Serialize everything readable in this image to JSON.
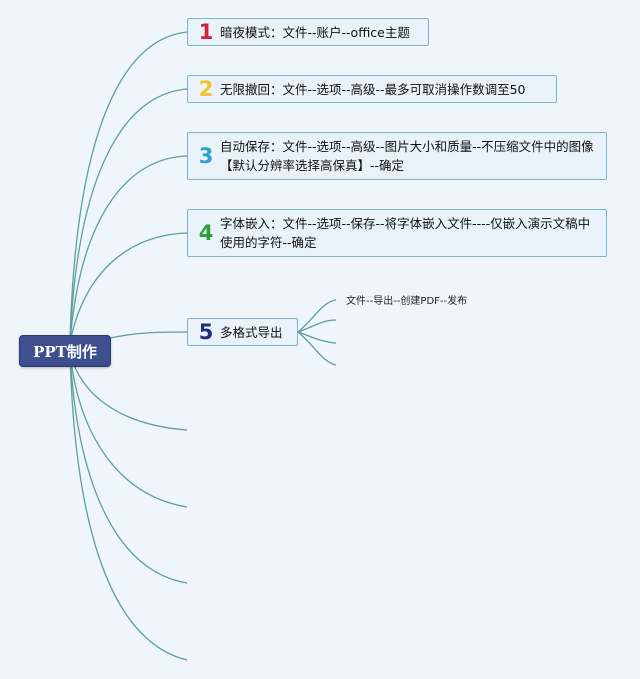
{
  "root": {
    "label": "PPT制作"
  },
  "nodes": [
    {
      "num": "1",
      "color": "#d0213a",
      "text": "暗夜模式：文件--账户--office主题"
    },
    {
      "num": "2",
      "color": "#f2c32c",
      "text": "无限撤回：文件--选项--高级--最多可取消操作数调至50"
    },
    {
      "num": "3",
      "color": "#2aa2d8",
      "text": "自动保存：文件--选项--高级--图片大小和质量--不压缩文件中的图像【默认分辨率选择高保真】--确定"
    },
    {
      "num": "4",
      "color": "#2e9c3b",
      "text": "字体嵌入：文件--选项--保存--将字体嵌入文件----仅嵌入演示文稿中使用的字符--确定"
    },
    {
      "num": "5",
      "color": "#1f2f7a",
      "text": "多格式导出"
    }
  ],
  "subnote": {
    "text": "文件--导出--创建PDF--发布"
  },
  "colors": {
    "branch": "#5e9e9b",
    "root_fill": "#3d4f8f",
    "node_fill": "#e9f2f8",
    "node_border": "#7fb3c6"
  }
}
